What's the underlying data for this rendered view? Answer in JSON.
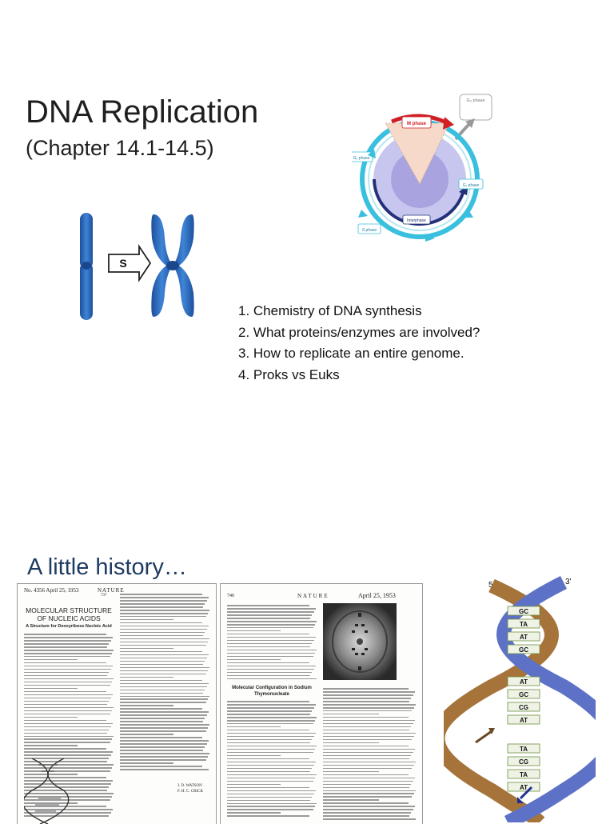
{
  "slide1": {
    "title": "DNA Replication",
    "subtitle": "(Chapter 14.1-14.5)",
    "cycle": {
      "g0": "G₀ phase",
      "m": "M phase",
      "g1": "G₁ phase",
      "g2": "G₂ phase",
      "s": "S phase",
      "interphase": "Interphase"
    },
    "chromosome_arrow_label": "S",
    "list": [
      "1. Chemistry of DNA synthesis",
      "2. What proteins/enzymes are involved?",
      "3. How to replicate an entire genome.",
      "4. Proks vs Euks"
    ]
  },
  "slide2": {
    "title": "A little history…",
    "paper1": {
      "issue": "No. 4356 April 25, 1953",
      "journal": "NATURE",
      "page": "737",
      "title": "MOLECULAR STRUCTURE OF NUCLEIC ACIDS",
      "subtitle": "A Structure for Deoxyribose Nucleic Acid",
      "signature1": "J. D. WATSON",
      "signature2": "F. H. C. CRICK"
    },
    "paper2": {
      "page": "740",
      "journal": "NATURE",
      "date": "April 25, 1953",
      "section": "Molecular Configuration in Sodium Thymonucleate"
    },
    "helix": {
      "end_left": "5'",
      "end_right": "3'",
      "pairs": [
        "GC",
        "TA",
        "AT",
        "GC",
        "AT",
        "GC",
        "CG",
        "AT",
        "TA",
        "CG",
        "TA",
        "AT"
      ]
    }
  }
}
